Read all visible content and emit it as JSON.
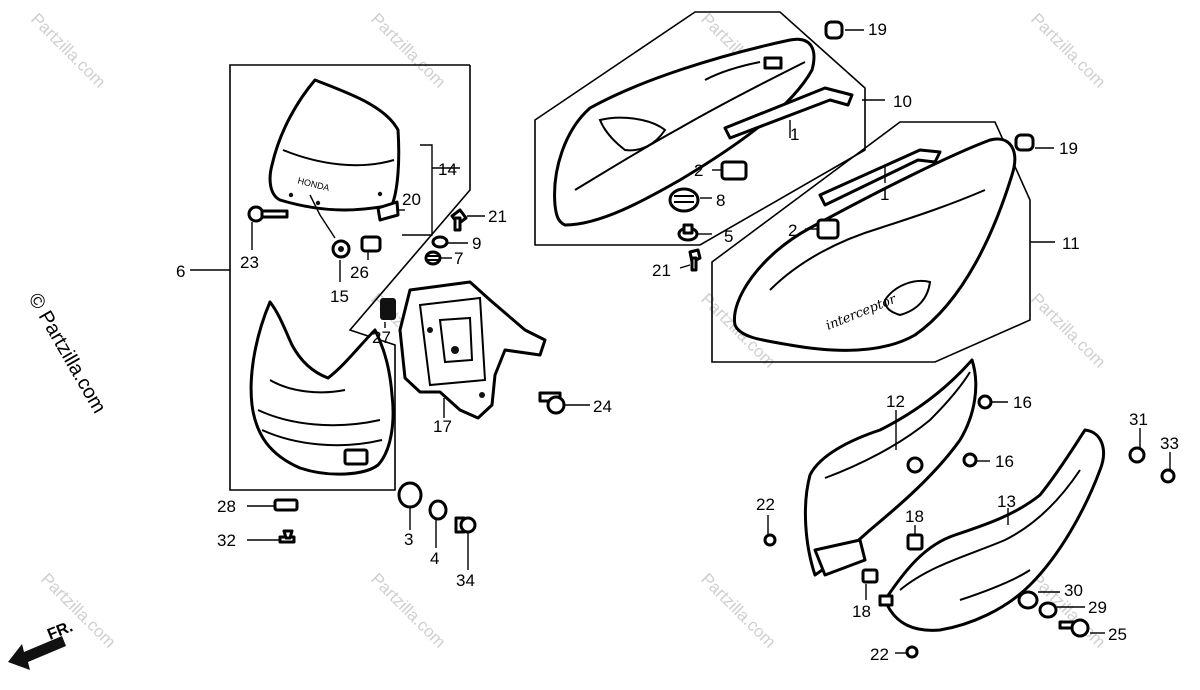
{
  "watermark": {
    "text": "Partzilla.com",
    "symbol": "©",
    "side_text": "© Partzilla.com"
  },
  "windscreen_text": "HONDA",
  "cowl_text": "interceptor",
  "direction_label": "FR.",
  "callouts": [
    "1",
    "1",
    "2",
    "2",
    "3",
    "4",
    "5",
    "6",
    "7",
    "8",
    "9",
    "10",
    "11",
    "12",
    "13",
    "14",
    "15",
    "16",
    "16",
    "17",
    "18",
    "18",
    "19",
    "19",
    "20",
    "21",
    "21",
    "22",
    "22",
    "23",
    "24",
    "25",
    "26",
    "27",
    "28",
    "29",
    "30",
    "31",
    "32",
    "33",
    "34"
  ]
}
